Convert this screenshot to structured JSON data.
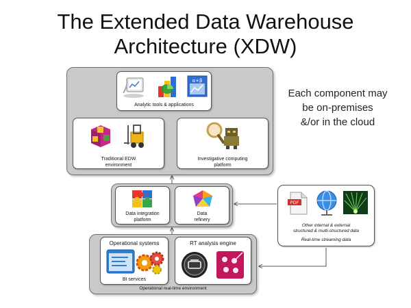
{
  "title": {
    "line1": "The Extended Data Warehouse",
    "line2": "Architecture (XDW)"
  },
  "note": {
    "line1": "Each component may",
    "line2": "be on-premises",
    "line3": "&/or in the cloud"
  },
  "top_group": {
    "analytic_tools": "Analytic tools & applications",
    "traditional_edw": {
      "line1": "Traditional EDW",
      "line2": "environment"
    },
    "investigative": {
      "line1": "Investigative computing",
      "line2": "platform"
    }
  },
  "middle_group": {
    "data_integration": {
      "line1": "Data integration",
      "line2": "platform"
    },
    "data_refinery": {
      "line1": "Data",
      "line2": "refinery"
    }
  },
  "bottom_group": {
    "caption": "Operational real-time environment",
    "operational_systems": "Operational systems",
    "bi_services": "BI services",
    "rt_engine": "RT analysis engine"
  },
  "external_sources": {
    "pdf_badge": "PDF",
    "line1": "Other internal & external",
    "line2": "structured & multi-structured data",
    "line3": "Real-time streaming data"
  },
  "colors": {
    "group_fill": "#c9c9c9",
    "card_fill": "#ffffff",
    "connector": "#555555"
  },
  "icons": [
    "monitor-chart-icon",
    "3d-chart-icon",
    "formula-icon",
    "cube-stack-icon",
    "forklift-icon",
    "magnifier-icon",
    "robot-icon",
    "puzzle-icon",
    "gem-icon",
    "operational-window-icon",
    "gears-icon",
    "engine-gauge-icon",
    "sparkle-network-icon",
    "pdf-document-icon",
    "globe-icon",
    "stream-burst-icon"
  ]
}
